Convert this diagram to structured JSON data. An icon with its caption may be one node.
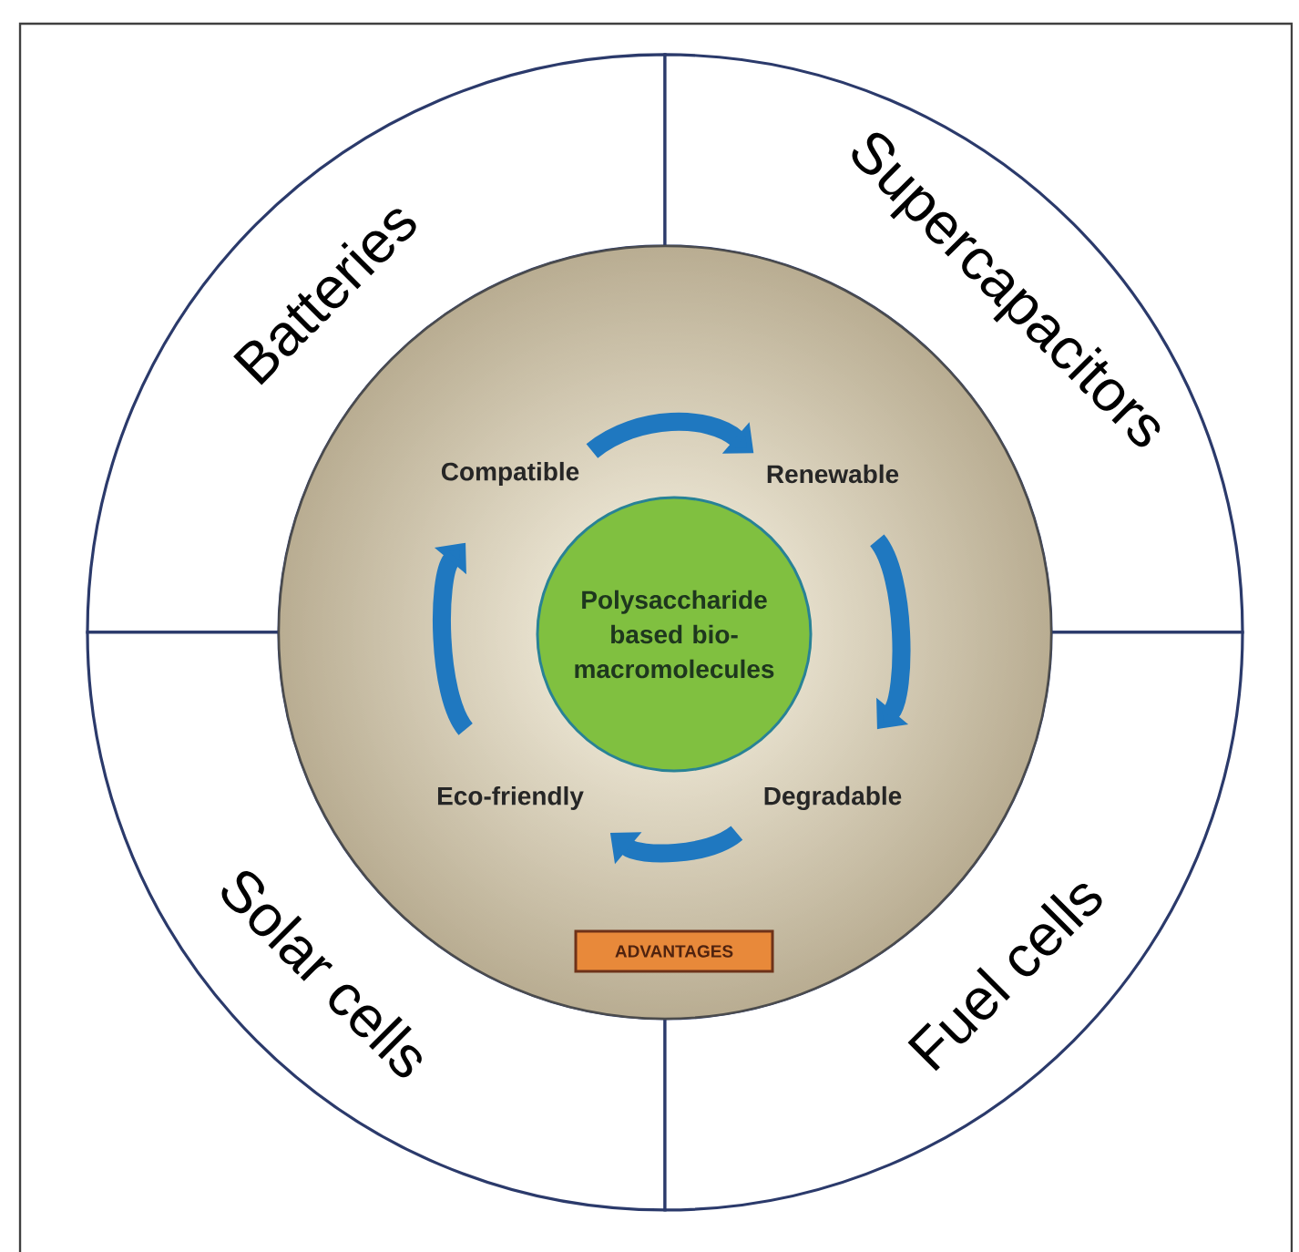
{
  "diagram": {
    "nodes": [
      {
        "text": [
          "Batteries"
        ]
      },
      {
        "text": [
          "Supercapacitors"
        ]
      },
      {
        "text": [
          "Solar cells"
        ]
      },
      {
        "text": [
          "Fuel cells"
        ]
      },
      {
        "text": [],
        "shape": "circle"
      },
      {
        "text": [
          "Compatible"
        ],
        "in": 4
      },
      {
        "text": [
          "Renewable"
        ],
        "in": 4
      },
      {
        "text": [
          "Polysaccharide based bio-macromolecules"
        ],
        "in": 4
      },
      {
        "text": [
          "Eco-friendly"
        ],
        "in": 4
      },
      {
        "text": [
          "Degradable"
        ],
        "in": 4
      },
      {
        "text": [
          "ADVANTAGES"
        ],
        "in": 4
      }
    ],
    "edges": [
      {
        "from": 5,
        "to": 6,
        "arrow": "to"
      },
      {
        "from": 6,
        "to": 9,
        "arrow": "to"
      },
      {
        "from": 9,
        "to": 8,
        "arrow": "to"
      },
      {
        "from": 8,
        "to": 5,
        "arrow": "to"
      }
    ]
  }
}
